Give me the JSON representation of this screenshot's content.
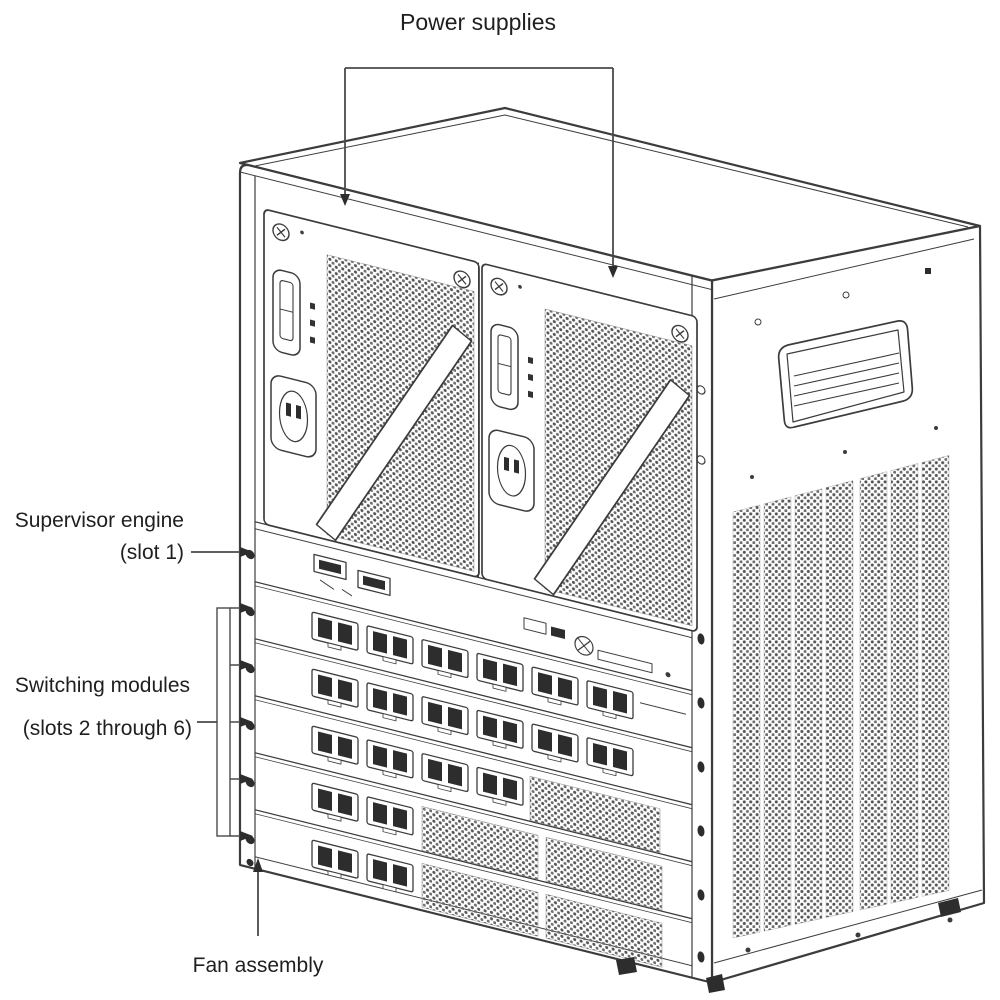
{
  "figure": {
    "colors": {
      "background": "#ffffff",
      "line": "#3c3c3c",
      "callout_line": "#4a4a4a",
      "text": "#1f1f1f",
      "dark_fill": "#2d2d2d"
    },
    "callouts": {
      "power_supplies": {
        "label": "Power supplies"
      },
      "supervisor": {
        "line1": "Supervisor engine",
        "line2": "(slot 1)"
      },
      "switching": {
        "line1": "Switching modules",
        "line2": "(slots 2 through 6)"
      },
      "fan": {
        "label": "Fan assembly"
      }
    }
  }
}
